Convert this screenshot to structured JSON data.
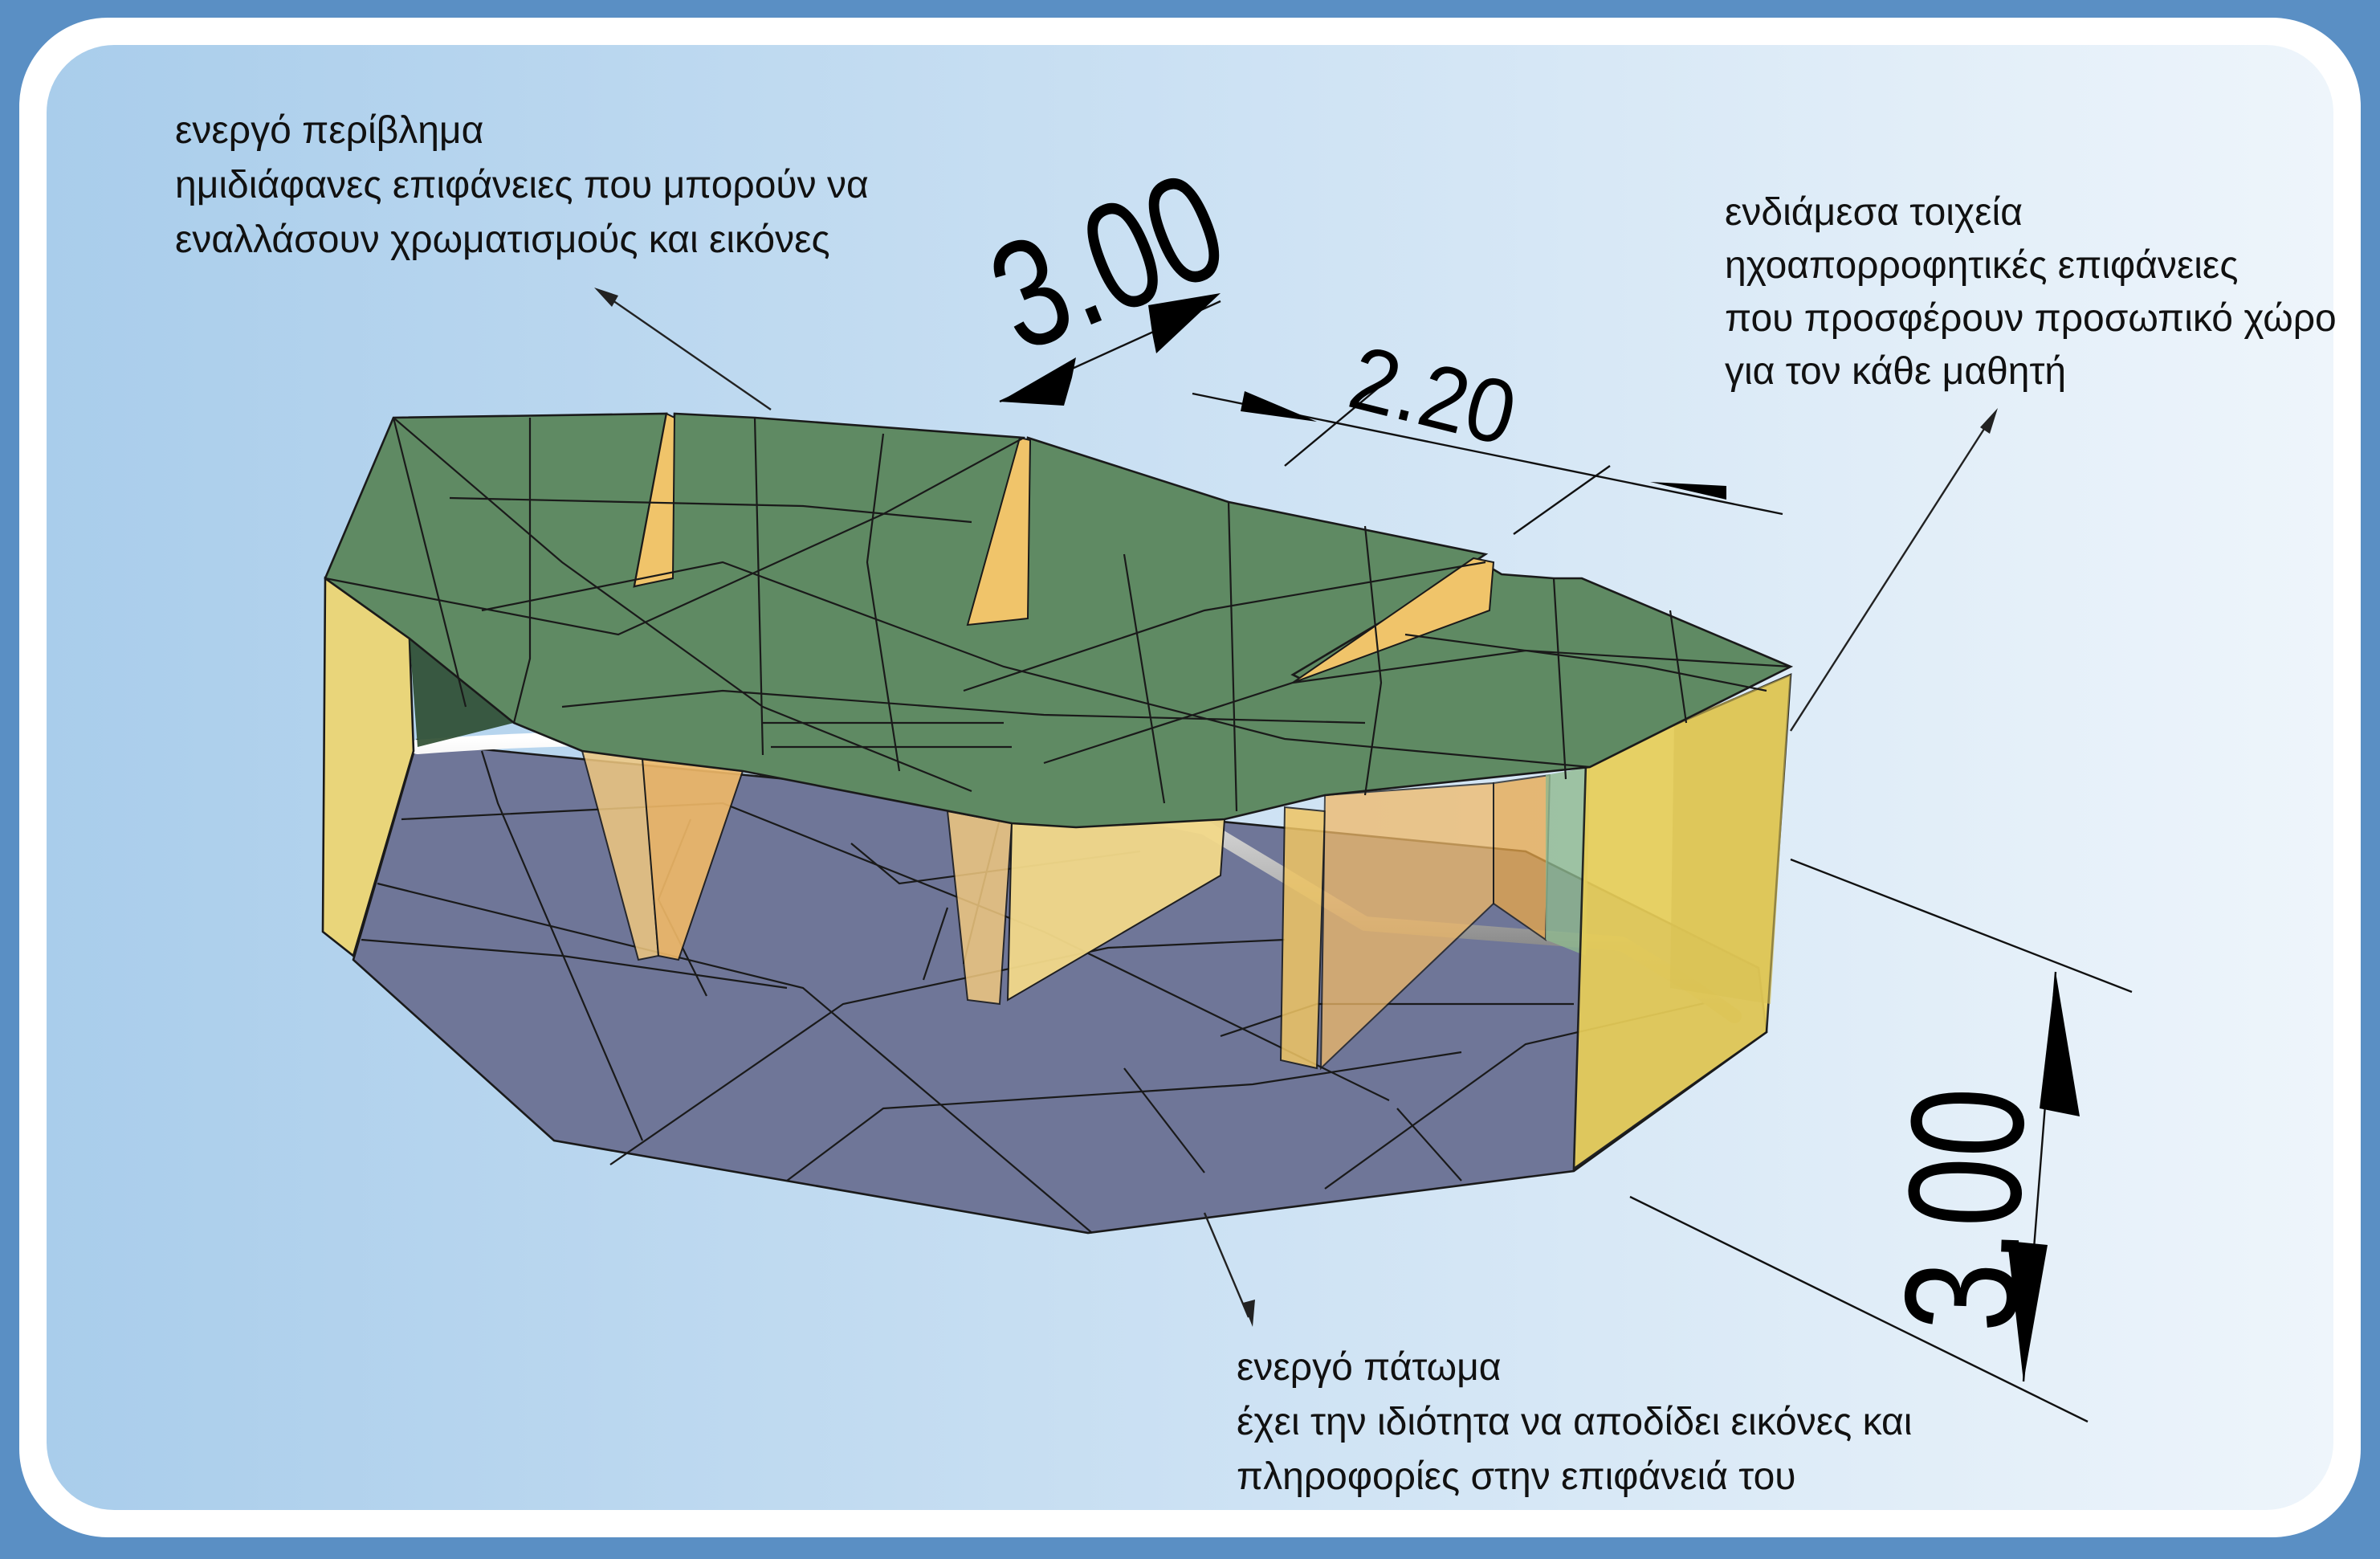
{
  "colors": {
    "frame_blue": "#5a8fc4",
    "panel_light": "#eef5fb",
    "roof_green": "#5f8a63",
    "floor_purple": "#6f7698",
    "wall_yellow": "#e9d57a",
    "wall_orange": "#f0b968"
  },
  "annotations": {
    "envelope": {
      "line1": "ενεργό περίβλημα",
      "line2": "ημιδιάφανες επιφάνειες που μπορούν να",
      "line3": "εναλλάσουν χρωματισμούς και εικόνες"
    },
    "partitions": {
      "line1": "ενδιάμεσα τοιχεία",
      "line2": "ηχοαπορροφητικές επιφάνειες",
      "line3": "που προσφέρουν προσωπικό χώρο",
      "line4": "για τον κάθε μαθητή"
    },
    "floor": {
      "line1": "ενεργό πάτωμα",
      "line2": "έχει την ιδιότητα να αποδίδει εικόνες και",
      "line3": "πληροφορίες στην επιφάνειά του"
    }
  },
  "dimensions": {
    "module_width": "3.00",
    "spacing": "2.20",
    "height": "3.00"
  }
}
